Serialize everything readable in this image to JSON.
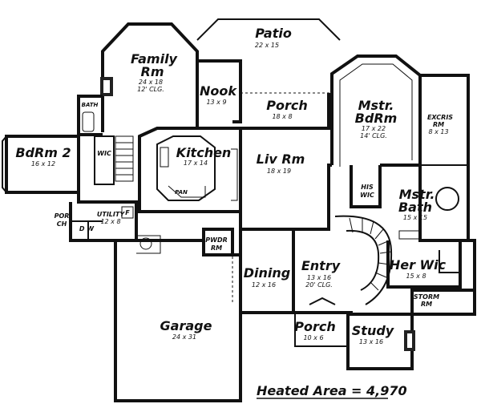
{
  "rooms": {
    "patio": {
      "name": "Patio",
      "size": "22 x 15"
    },
    "family": {
      "name_line1": "Family",
      "name_line2": "Rm",
      "size": "24 x 18",
      "ceiling": "12' CLG."
    },
    "nook": {
      "name": "Nook",
      "size": "13 x 9"
    },
    "porch_rear": {
      "name": "Porch",
      "size": "18 x 8"
    },
    "master_bed": {
      "name_line1": "Mstr.",
      "name_line2": "BdRm",
      "size": "17 x 22",
      "ceiling": "14' CLG."
    },
    "exercise": {
      "name_line1": "EXCRIS",
      "name_line2": "RM",
      "size": "8 x 13"
    },
    "bath": {
      "name": "BATH"
    },
    "bedroom2": {
      "name": "BdRm 2",
      "size": "16 x 12"
    },
    "wic": {
      "name": "WIC"
    },
    "kitchen": {
      "name": "Kitchen",
      "size": "17 x 14"
    },
    "pan": {
      "name": "PAN"
    },
    "living": {
      "name": "Liv Rm",
      "size": "18 x 19"
    },
    "his_wic": {
      "name_line1": "HIS",
      "name_line2": "WIC"
    },
    "master_bath": {
      "name_line1": "Mstr.",
      "name_line2": "Bath",
      "size": "15 x 15"
    },
    "porch_side": {
      "name_line1": "POR",
      "name_line2": "CH"
    },
    "utility": {
      "name": "UTILITY",
      "size": "12 x 8"
    },
    "dw": {
      "name": "D W"
    },
    "fridge": {
      "name": "F"
    },
    "powder": {
      "name_line1": "PWDR",
      "name_line2": "RM"
    },
    "dining": {
      "name": "Dining",
      "size": "12 x 16"
    },
    "entry": {
      "name": "Entry",
      "size": "13 x 16",
      "ceiling": "20' CLG."
    },
    "her_wic": {
      "name": "Her Wic",
      "size": "15 x 8"
    },
    "storm": {
      "name_line1": "STORM",
      "name_line2": "RM"
    },
    "garage": {
      "name": "Garage",
      "size": "24 x 31"
    },
    "porch_front": {
      "name": "Porch",
      "size": "10 x 6"
    },
    "study": {
      "name": "Study",
      "size": "13 x 16"
    }
  },
  "heated_area": "Heated Area = 4,970"
}
